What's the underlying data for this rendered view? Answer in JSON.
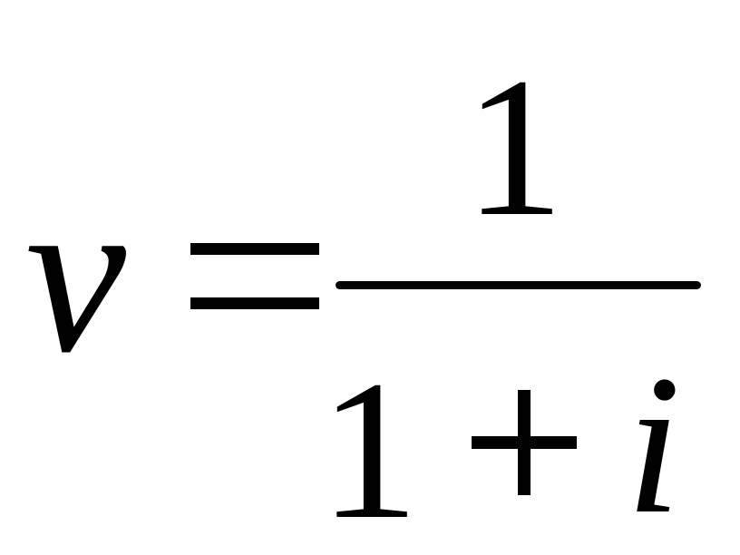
{
  "formula": {
    "lhs": "v",
    "operator": "=",
    "numerator": "1",
    "denominator": {
      "constant": "1",
      "operator": "+",
      "variable": "i"
    }
  }
}
